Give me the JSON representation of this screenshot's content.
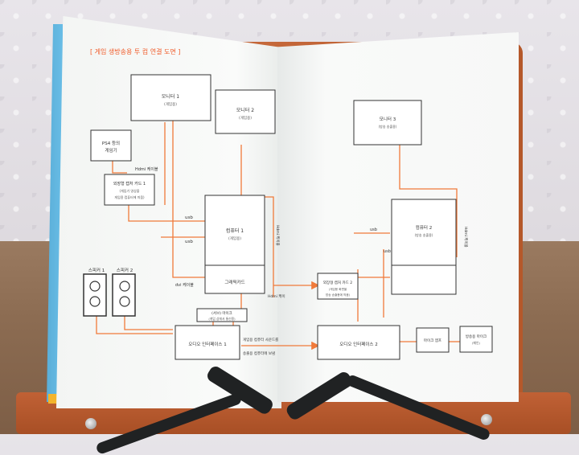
{
  "scene": "open book on wooden book stand",
  "title": "[ 게임 생방송용 투 컴 연결 도면 ]",
  "left_page": {
    "monitor1": {
      "label": "모니터 1",
      "sub": "(게임용)"
    },
    "monitor2": {
      "label": "모니터 2",
      "sub": "(게임용)"
    },
    "ps4": {
      "label1": "PS4 등의",
      "label2": "게임기"
    },
    "hdmi_cable": "Hdmi 케이블",
    "capture1": {
      "label": "외장형 캡처 카드 1",
      "sub1": "(게임기 영상을",
      "sub2": "게임용 컴퓨터에 띄움)"
    },
    "usb_a": "usb",
    "usb_b": "usb",
    "computer1": {
      "label": "컴퓨터 1",
      "sub": "(게임용)"
    },
    "graphics_card": "그래픽카드",
    "dvi_cable": "dvi 케이블",
    "hdmi_side": "Hdmi 케이블",
    "hdmi_bottom": "Hdmi 케이",
    "speaker1": "스피커 1",
    "speaker2": "스피커 2",
    "mic": {
      "label": "(서브) 마이크",
      "sub": "(게임 상에서 통신용)"
    },
    "audio1": "오디오 인터페이스 1",
    "note1": "게임용 컴퓨터 사운드를",
    "note2": "송출용 컴퓨터에 보냄"
  },
  "right_page": {
    "monitor3": {
      "label": "모니터 3",
      "sub": "(방송 송출용)"
    },
    "computer2": {
      "label": "컴퓨터 2",
      "sub": "(방송 송출용)"
    },
    "usb_a": "usb",
    "usb_b": "usb",
    "hdmi_cable": "Hdmi 케이블",
    "capture2": {
      "label": "외장형 캡처 카드 2",
      "sub1": "(게임용 화면을",
      "sub2": "방송 송출용에 띄움)"
    },
    "audio2": "오디오 인터페이스 2",
    "mic_amp": "마이크 앰프",
    "broadcast_mic": {
      "label": "방송용 마이크",
      "sub": "(메인)"
    }
  },
  "colors": {
    "line": "#f07a3a",
    "box": "#3a3a3a",
    "accent": "#f05a28",
    "stand": "#b8602f"
  }
}
